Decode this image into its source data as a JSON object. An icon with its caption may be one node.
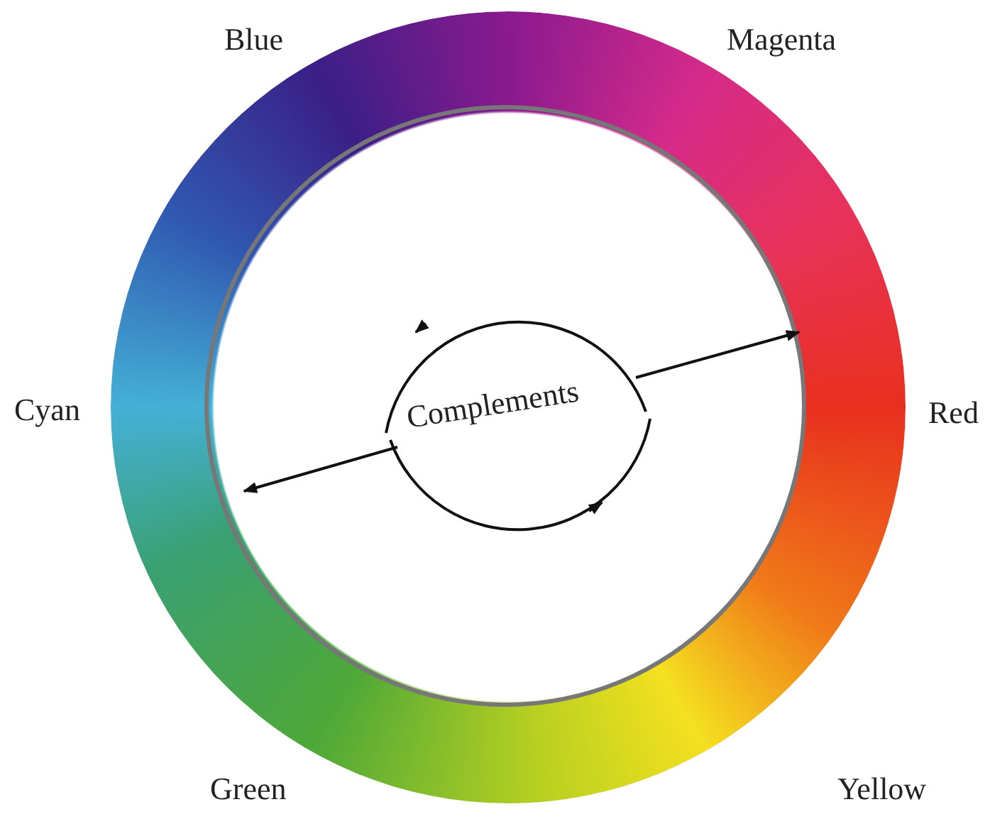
{
  "diagram": {
    "labels": [
      "Blue",
      "Magenta",
      "Cyan",
      "Red",
      "Complements",
      "Green",
      "Yellow"
    ]
  }
}
